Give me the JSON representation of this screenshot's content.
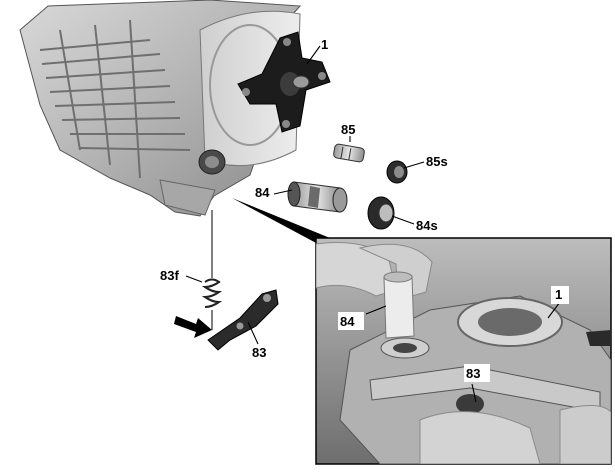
{
  "callouts": {
    "c1": "1",
    "c85": "85",
    "c85s": "85s",
    "c84": "84",
    "c84s": "84s",
    "c83f": "83f",
    "c83": "83",
    "inset_1": "1",
    "inset_84": "84",
    "inset_83": "83"
  },
  "colors": {
    "housing": "#b8b8b8",
    "housing_dark": "#7a7a7a",
    "flange": "#1c1c1c",
    "bearing": "#3a3a3a",
    "inset_background": "#9d9d9d",
    "arrow": "#000000"
  },
  "icons": {
    "direction_arrow": "arrow-right-icon"
  }
}
